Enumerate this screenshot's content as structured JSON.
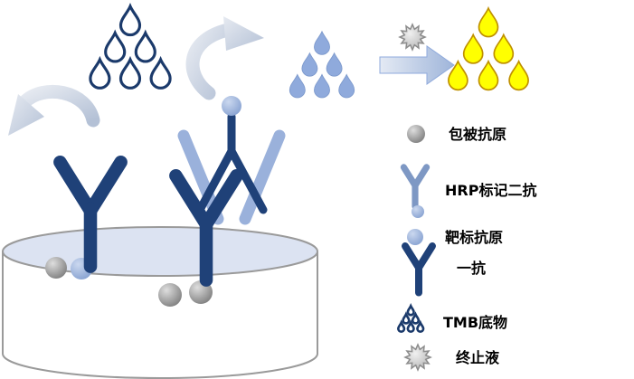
{
  "legend": {
    "items": [
      {
        "icon": "coated-antigen-circle-icon",
        "label": "包被抗原"
      },
      {
        "icon": "hrp-secondary-antibody-icon",
        "label": "HRP标记二抗"
      },
      {
        "icon": "target-antigen-circle-icon",
        "label": "靶标抗原"
      },
      {
        "icon": "primary-antibody-icon",
        "label": "一抗"
      },
      {
        "icon": "tmb-substrate-droplets-icon",
        "label": "TMB底物"
      },
      {
        "icon": "stop-solution-starburst-icon",
        "label": "终止液"
      }
    ]
  },
  "colors": {
    "dark_blue_outline": "#1B3A6B",
    "antibody_blue": "#1F4178",
    "light_blue": "#8FAADC",
    "pale_blue": "#D9E2F3",
    "yellow": "#FFFF00",
    "yellow_outline": "#BF9000",
    "gray": "#808080",
    "dish_fill": "#DCE3F2",
    "text": "#000000"
  }
}
